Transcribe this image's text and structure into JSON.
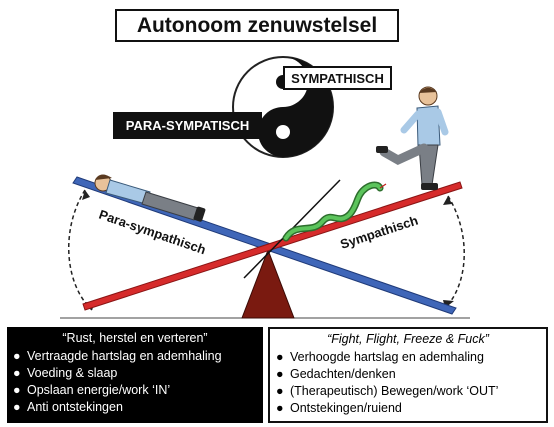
{
  "title": "Autonoom zenuwstelsel",
  "labels": {
    "sympathisch_box": "SYMPATHISCH",
    "parasympatisch_box": "PARA-SYMPATISCH",
    "beam_left": "Para-sympathisch",
    "beam_right": "Sympathisch"
  },
  "panels": {
    "left": {
      "heading": "“Rust, herstel en verteren”",
      "items": [
        "Vertraagde hartslag en ademhaling",
        "Voeding & slaap",
        "Opslaan energie/work ‘IN’",
        "Anti ontstekingen"
      ]
    },
    "right": {
      "heading": "“Fight, Flight, Freeze & Fuck”",
      "items": [
        "Verhoogde hartslag en ademhaling",
        "Gedachten/denken",
        "(Therapeutisch) Bewegen/work ‘OUT’",
        "Ontstekingen/ruiend"
      ]
    }
  },
  "colors": {
    "blue_beam": "#3f66b8",
    "red_beam": "#d62b2b",
    "fulcrum": "#7a1a10",
    "snake": "#3c9a3c"
  }
}
